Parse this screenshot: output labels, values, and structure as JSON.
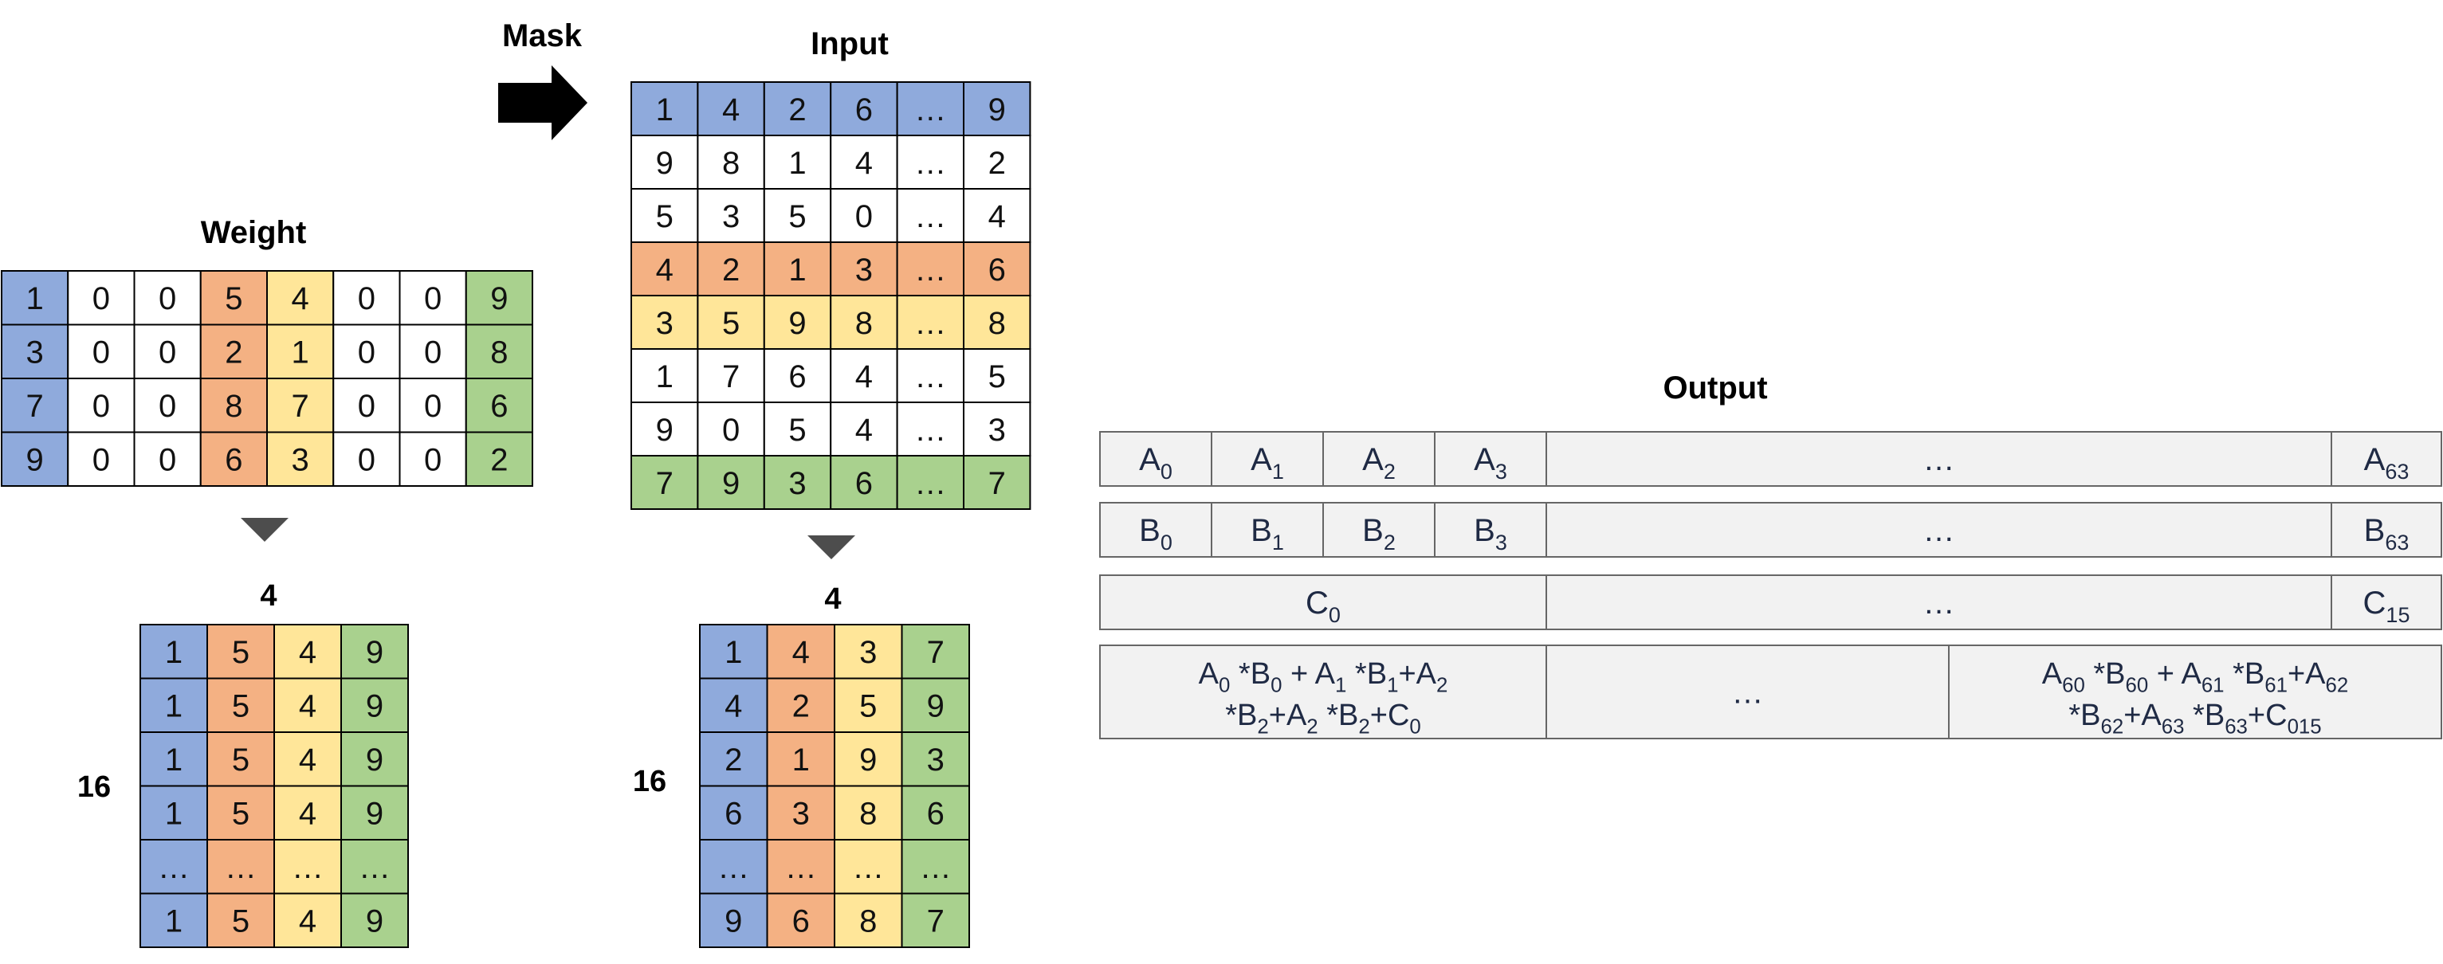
{
  "colors": {
    "blue": "#8faadc",
    "orange": "#f4b183",
    "yellow": "#ffe699",
    "green": "#a9d18e",
    "white": "#ffffff",
    "gray": "#f2f2f2",
    "border": "#000000",
    "arrow_fill": "#4d4d4d"
  },
  "labels": {
    "mask": "Mask",
    "input": "Input",
    "weight": "Weight",
    "output": "Output",
    "weight_cols": "4",
    "weight_rows": "16",
    "input_cols": "4",
    "input_rows": "16"
  },
  "weight": {
    "col_colors": [
      "blue",
      "white",
      "white",
      "orange",
      "yellow",
      "white",
      "white",
      "green"
    ],
    "rows": [
      [
        "1",
        "0",
        "0",
        "5",
        "4",
        "0",
        "0",
        "9"
      ],
      [
        "3",
        "0",
        "0",
        "2",
        "1",
        "0",
        "0",
        "8"
      ],
      [
        "7",
        "0",
        "0",
        "8",
        "7",
        "0",
        "0",
        "6"
      ],
      [
        "9",
        "0",
        "0",
        "6",
        "3",
        "0",
        "0",
        "2"
      ]
    ]
  },
  "input": {
    "rows": [
      {
        "color": "blue",
        "cells": [
          "1",
          "4",
          "2",
          "6",
          "…",
          "9"
        ]
      },
      {
        "color": "white",
        "cells": [
          "9",
          "8",
          "1",
          "4",
          "…",
          "2"
        ]
      },
      {
        "color": "white",
        "cells": [
          "5",
          "3",
          "5",
          "0",
          "…",
          "4"
        ]
      },
      {
        "color": "orange",
        "cells": [
          "4",
          "2",
          "1",
          "3",
          "…",
          "6"
        ]
      },
      {
        "color": "yellow",
        "cells": [
          "3",
          "5",
          "9",
          "8",
          "…",
          "8"
        ]
      },
      {
        "color": "white",
        "cells": [
          "1",
          "7",
          "6",
          "4",
          "…",
          "5"
        ]
      },
      {
        "color": "white",
        "cells": [
          "9",
          "0",
          "5",
          "4",
          "…",
          "3"
        ]
      },
      {
        "color": "green",
        "cells": [
          "7",
          "9",
          "3",
          "6",
          "…",
          "7"
        ]
      }
    ]
  },
  "compressed_weight": {
    "col_colors": [
      "blue",
      "orange",
      "yellow",
      "green"
    ],
    "rows": [
      [
        "1",
        "5",
        "4",
        "9"
      ],
      [
        "1",
        "5",
        "4",
        "9"
      ],
      [
        "1",
        "5",
        "4",
        "9"
      ],
      [
        "1",
        "5",
        "4",
        "9"
      ],
      [
        "…",
        "…",
        "…",
        "…"
      ],
      [
        "1",
        "5",
        "4",
        "9"
      ]
    ]
  },
  "compressed_input": {
    "col_colors": [
      "blue",
      "orange",
      "yellow",
      "green"
    ],
    "rows": [
      [
        "1",
        "4",
        "3",
        "7"
      ],
      [
        "4",
        "2",
        "5",
        "9"
      ],
      [
        "2",
        "1",
        "9",
        "3"
      ],
      [
        "6",
        "3",
        "8",
        "6"
      ],
      [
        "…",
        "…",
        "…",
        "…"
      ],
      [
        "9",
        "6",
        "8",
        "7"
      ]
    ]
  },
  "output": {
    "a_row": [
      {
        "base": "A",
        "sub": "0"
      },
      {
        "base": "A",
        "sub": "1"
      },
      {
        "base": "A",
        "sub": "2"
      },
      {
        "base": "A",
        "sub": "3"
      },
      {
        "base": "…",
        "sub": ""
      },
      {
        "base": "A",
        "sub": "63"
      }
    ],
    "b_row": [
      {
        "base": "B",
        "sub": "0"
      },
      {
        "base": "B",
        "sub": "1"
      },
      {
        "base": "B",
        "sub": "2"
      },
      {
        "base": "B",
        "sub": "3"
      },
      {
        "base": "…",
        "sub": ""
      },
      {
        "base": "B",
        "sub": "63"
      }
    ],
    "c_row": [
      {
        "base": "C",
        "sub": "0"
      },
      {
        "base": "…",
        "sub": ""
      },
      {
        "base": "C",
        "sub": "15"
      }
    ],
    "sum_row": {
      "left": {
        "line1": [
          [
            "A",
            ""
          ],
          [
            "0",
            "sub"
          ],
          [
            " *B",
            ""
          ],
          [
            "0",
            "sub"
          ],
          [
            " + A",
            ""
          ],
          [
            "1",
            "sub"
          ],
          [
            " *B",
            ""
          ],
          [
            "1",
            "sub"
          ],
          [
            "+A",
            ""
          ],
          [
            "2",
            "sub"
          ]
        ],
        "line2": [
          [
            "*B",
            ""
          ],
          [
            "2",
            "sub"
          ],
          [
            "+A",
            ""
          ],
          [
            "2",
            "sub"
          ],
          [
            " *B",
            ""
          ],
          [
            "2",
            "sub"
          ],
          [
            "+C",
            ""
          ],
          [
            "0",
            "sub"
          ]
        ]
      },
      "middle": "…",
      "right": {
        "line1": [
          [
            "A",
            ""
          ],
          [
            "60",
            "sub"
          ],
          [
            " *B",
            ""
          ],
          [
            "60",
            "sub"
          ],
          [
            " + A",
            ""
          ],
          [
            "61",
            "sub"
          ],
          [
            " *B",
            ""
          ],
          [
            "61",
            "sub"
          ],
          [
            "+A",
            ""
          ],
          [
            "62",
            "sub"
          ]
        ],
        "line2": [
          [
            "*B",
            ""
          ],
          [
            "62",
            "sub"
          ],
          [
            "+A",
            ""
          ],
          [
            "63",
            "sub"
          ],
          [
            " *B",
            ""
          ],
          [
            "63",
            "sub"
          ],
          [
            "+C",
            ""
          ],
          [
            "015",
            "sub"
          ]
        ]
      }
    }
  }
}
